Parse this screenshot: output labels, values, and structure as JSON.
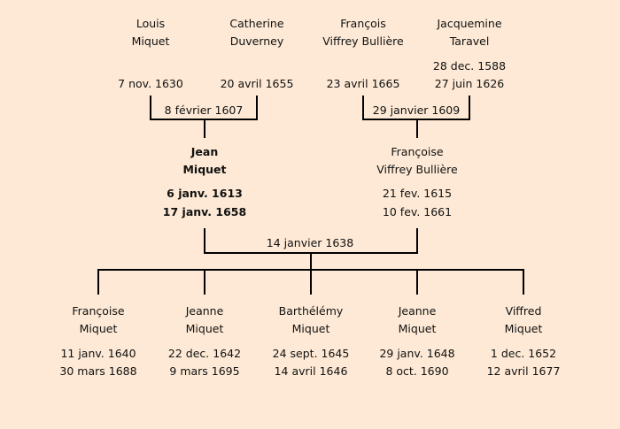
{
  "grandparents": [
    {
      "first": "Louis",
      "last": "Miquet",
      "d1": "",
      "d2": "7 nov. 1630"
    },
    {
      "first": "Catherine",
      "last": "Duverney",
      "d1": "",
      "d2": "20 avril 1655"
    },
    {
      "first": "François",
      "last": "Viffrey Bullière",
      "d1": "",
      "d2": "23 avril 1665"
    },
    {
      "first": "Jacquemine",
      "last": "Taravel",
      "d1": "28 dec. 1588",
      "d2": "27 juin 1626"
    }
  ],
  "marriages": {
    "left": "8 février 1607",
    "right": "29 janvier 1609",
    "parents": "14 janvier 1638"
  },
  "parents": [
    {
      "first": "Jean",
      "last": "Miquet",
      "d1": "6 janv. 1613",
      "d2": "17 janv. 1658"
    },
    {
      "first": "Françoise",
      "last": "Viffrey Bullière",
      "d1": "21 fev. 1615",
      "d2": "10 fev. 1661"
    }
  ],
  "children": [
    {
      "first": "Françoise",
      "last": "Miquet",
      "d1": "11 janv. 1640",
      "d2": "30 mars 1688"
    },
    {
      "first": "Jeanne",
      "last": "Miquet",
      "d1": "22 dec. 1642",
      "d2": "9 mars 1695"
    },
    {
      "first": "Barthélémy",
      "last": "Miquet",
      "d1": "24 sept. 1645",
      "d2": "14 avril 1646"
    },
    {
      "first": "Jeanne",
      "last": "Miquet",
      "d1": "29 janv. 1648",
      "d2": "8 oct. 1690"
    },
    {
      "first": "Viffred",
      "last": "Miquet",
      "d1": "1 dec. 1652",
      "d2": "12 avril 1677"
    }
  ]
}
